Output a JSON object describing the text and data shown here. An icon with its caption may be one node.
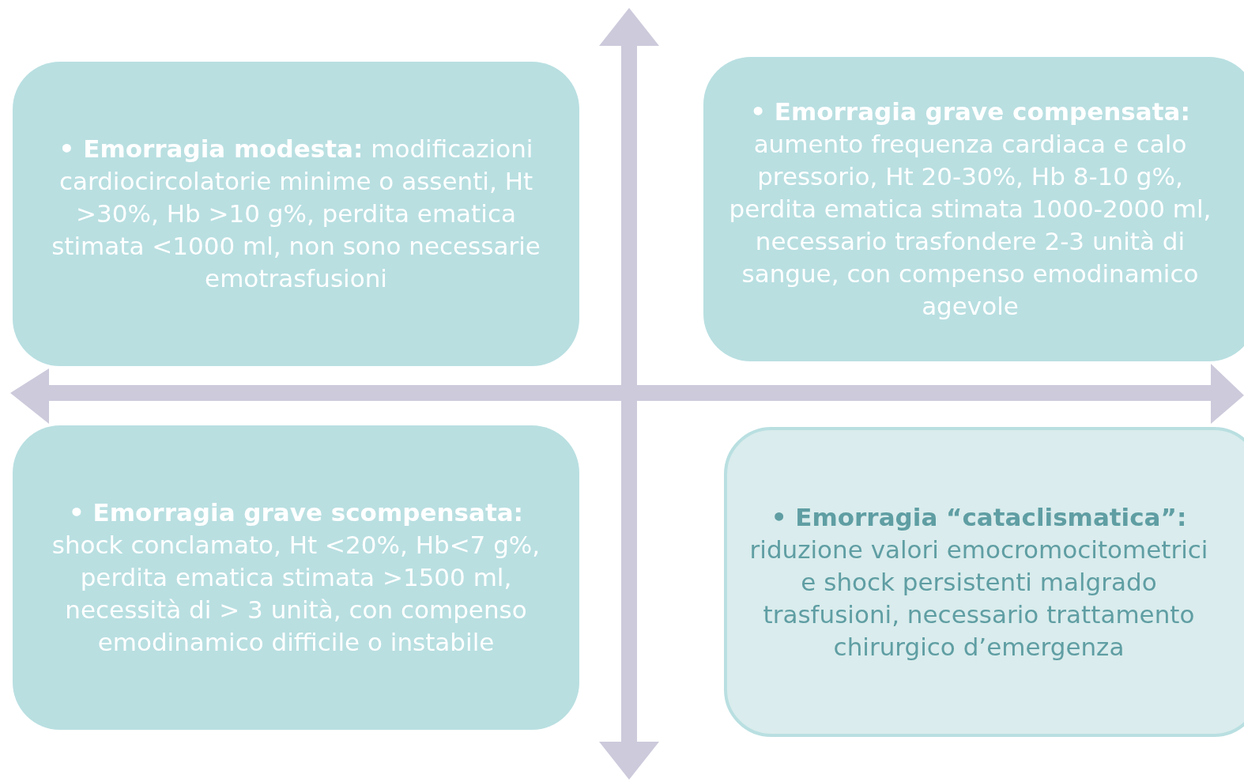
{
  "diagram": {
    "nodes": [
      {
        "text": [
          "**• Emorragia modesta:** modificazioni cardiocircolatorie minime o assenti, Ht >30%, Hb >10 g%, perdita ematica stimata <1000 ml, non sono necessarie emotrasfusioni"
        ]
      },
      {
        "text": [
          "**• Emorragia grave compensata:** aumento frequenza cardiaca e calo pressorio, Ht 20-30%, Hb 8-10 g%, perdita ematica stimata 1000-2000 ml, necessario trasfondere 2-3 unità di sangue, con compenso emodinamico agevole"
        ]
      },
      {
        "text": [
          "**• Emorragia grave scompensata:** shock conclamato, Ht <20%, Hb<7 g%, perdita ematica stimata >1500 ml, necessità di > 3 unità, con compenso emodinamico difficile o instabile"
        ]
      },
      {
        "text": [
          "**• Emorragia “cataclismatica”:** riduzione valori emocromocitometrici e shock persistenti malgrado trasfusioni, necessario trattamento chirurgico d’emergenza"
        ]
      }
    ]
  }
}
